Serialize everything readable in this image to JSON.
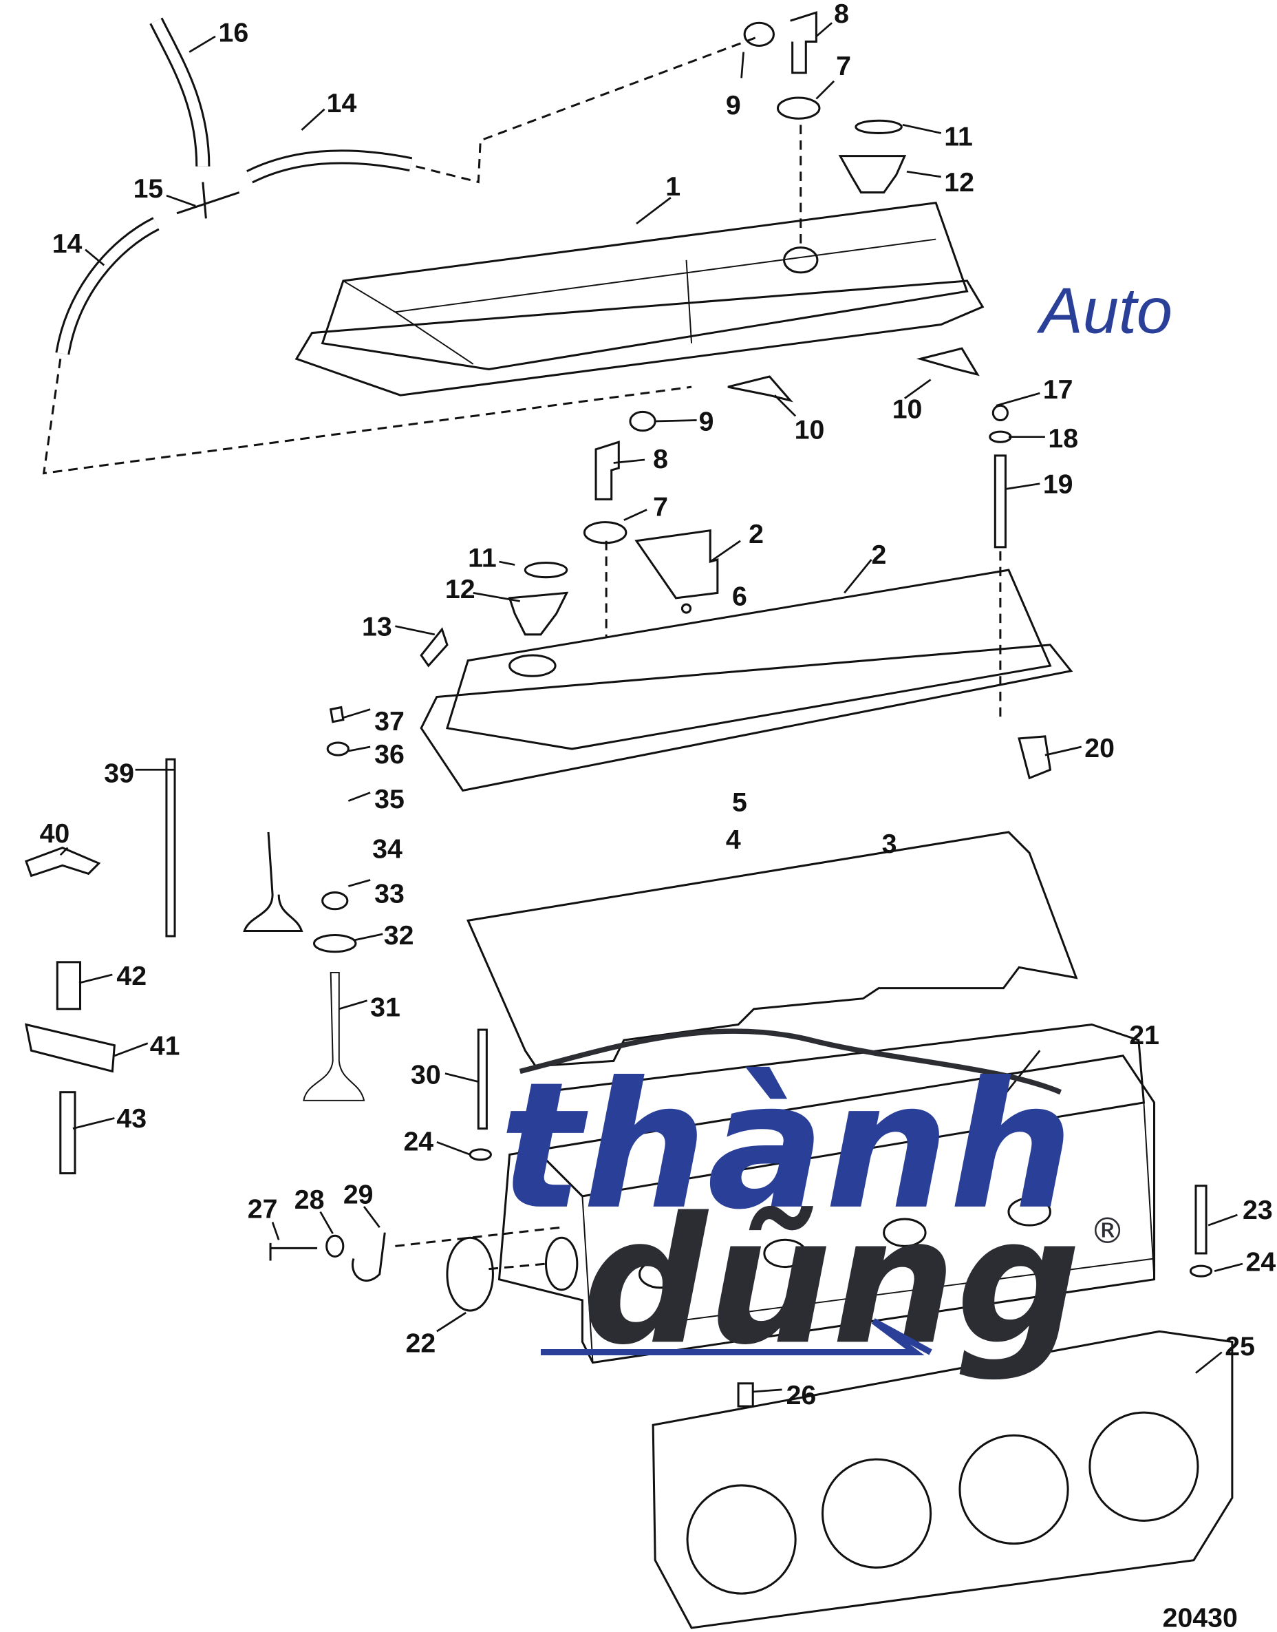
{
  "diagram": {
    "figure_number": "20430",
    "callouts": [
      "16",
      "14",
      "8",
      "9",
      "7",
      "11",
      "12",
      "1",
      "15",
      "14",
      "17",
      "9",
      "10",
      "10",
      "18",
      "8",
      "19",
      "7",
      "2",
      "2",
      "11",
      "12",
      "6",
      "13",
      "37",
      "36",
      "20",
      "39",
      "35",
      "5",
      "40",
      "3",
      "34",
      "4",
      "33",
      "32",
      "42",
      "31",
      "41",
      "21",
      "30",
      "43",
      "24",
      "27",
      "28",
      "29",
      "23",
      "24",
      "22",
      "25",
      "26"
    ]
  },
  "watermark": {
    "brand_main": "thành",
    "brand_accent": "dũng",
    "brand_suffix": "Auto",
    "registered": "®"
  },
  "colors": {
    "brand_blue": "#2a3f98",
    "brand_dark": "#2b2d33",
    "line": "#111111"
  }
}
